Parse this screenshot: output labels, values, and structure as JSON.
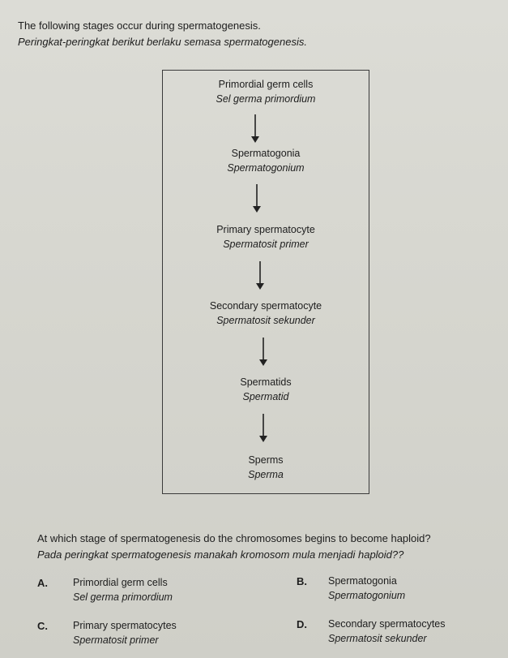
{
  "header": {
    "intro_en": "The following stages occur during spermatogenesis.",
    "intro_ms": "Peringkat-peringkat berikut berlaku semasa spermatogenesis."
  },
  "flow": {
    "stages": [
      {
        "en": "Primordial germ cells",
        "ms": "Sel germa primordium"
      },
      {
        "en": "Spermatogonia",
        "ms": "Spermatogonium"
      },
      {
        "en": "Primary spermatocyte",
        "ms": "Spermatosit primer"
      },
      {
        "en": "Secondary spermatocyte",
        "ms": "Spermatosit sekunder"
      },
      {
        "en": "Spermatids",
        "ms": "Spermatid"
      },
      {
        "en": "Sperms",
        "ms": "Sperma"
      }
    ]
  },
  "question": {
    "en": "At which stage of spermatogenesis do the chromosomes begins to become haploid?",
    "ms": "Pada peringkat spermatogenesis manakah kromosom mula menjadi haploid??"
  },
  "options": [
    {
      "letter": "A.",
      "en": "Primordial germ cells",
      "ms": "Sel germa primordium"
    },
    {
      "letter": "B.",
      "en": "Spermatogonia",
      "ms": "Spermatogonium"
    },
    {
      "letter": "C.",
      "en": "Primary spermatocytes",
      "ms": "Spermatosit primer"
    },
    {
      "letter": "D.",
      "en": "Secondary spermatocytes",
      "ms": "Spermatosit sekunder"
    }
  ]
}
